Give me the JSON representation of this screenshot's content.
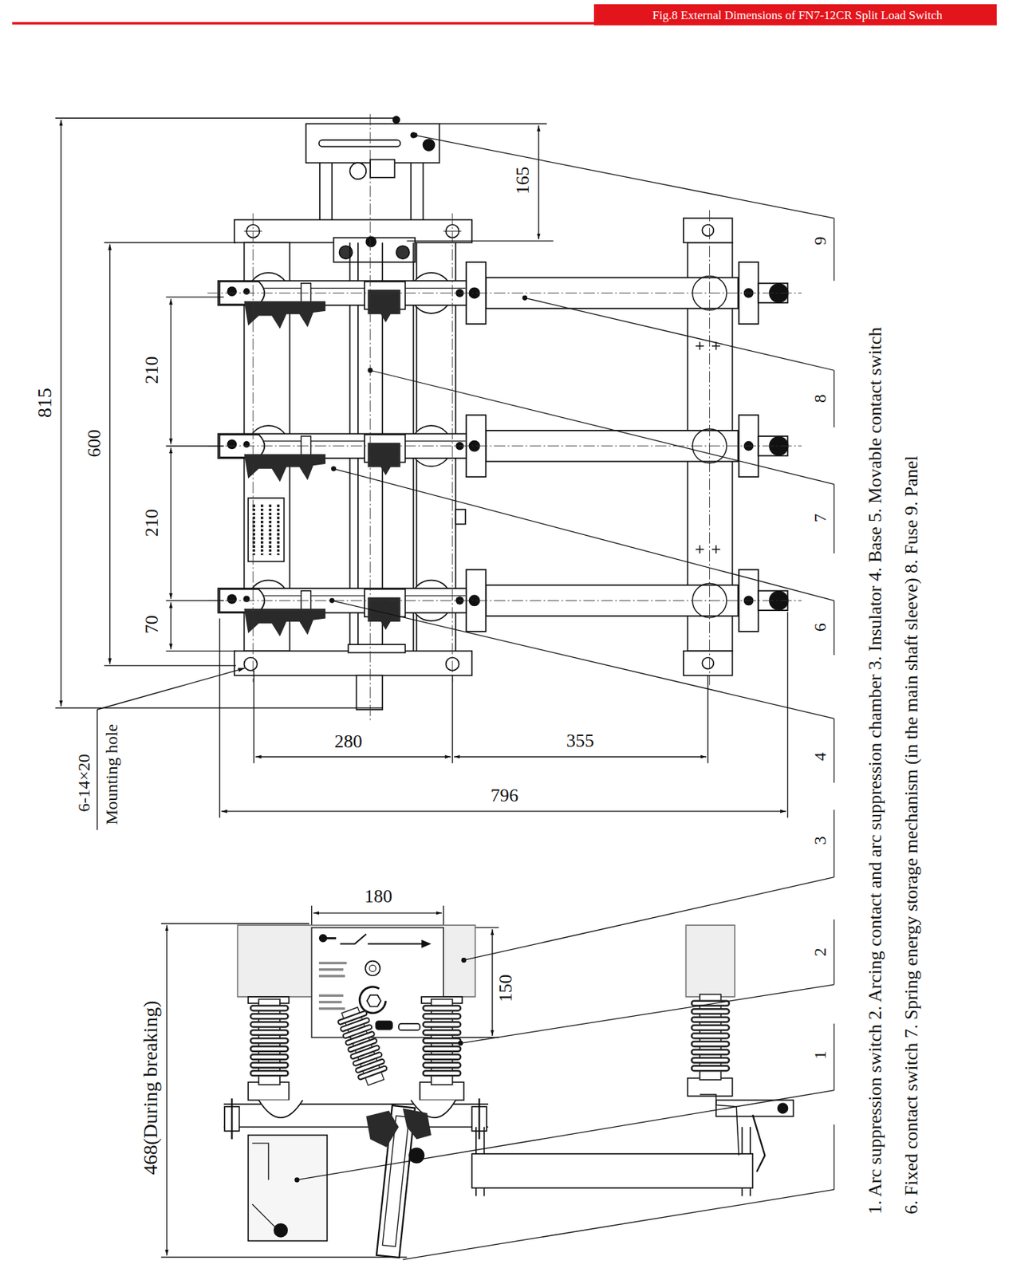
{
  "diagram": {
    "title": "Fig.8 External Dimensions of FN7-12CR Split Load Switch",
    "labels": [
      "815",
      "600",
      "210",
      "210",
      "70",
      "165",
      "280",
      "355",
      "796",
      "6-14×20",
      "Mounting hole",
      "9",
      "8",
      "7",
      "6",
      "4",
      "3",
      "2",
      "1",
      "180",
      "150",
      "468(During breaking)",
      "1. Arc suppression switch 2. Arcing contact and arc suppression chamber 3. Insulator 4. Base 5. Movable contact switch",
      "6. Fixed contact switch 7. Spring energy storage mechanism (in the main shaft sleeve) 8. Fuse 9. Panel"
    ]
  }
}
